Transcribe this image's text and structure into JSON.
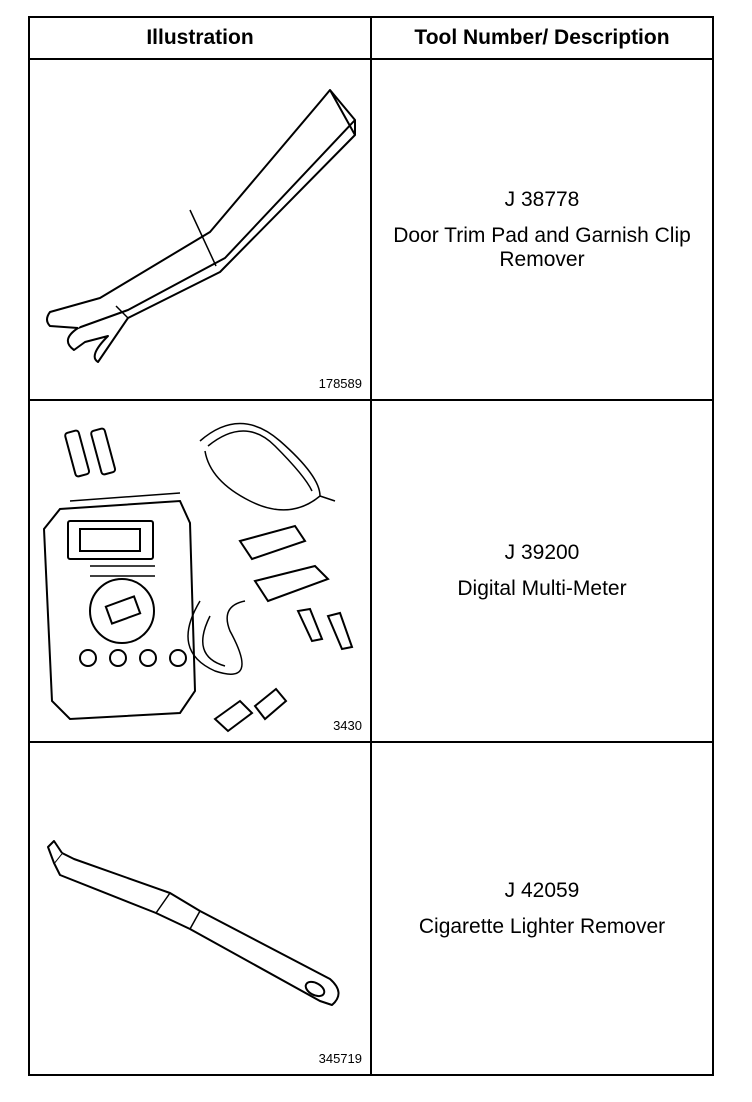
{
  "header": {
    "illustration_label": "Illustration",
    "description_label": "Tool Number/ Description"
  },
  "tools": [
    {
      "figure_id": "178589",
      "tool_number": "J 38778",
      "description": "Door Trim Pad and Garnish Clip Remover",
      "icon": "trim-pad-remover-icon"
    },
    {
      "figure_id": "3430",
      "tool_number": "J 39200",
      "description": "Digital Multi-Meter",
      "icon": "multimeter-icon"
    },
    {
      "figure_id": "345719",
      "tool_number": "J 42059",
      "description": "Cigarette Lighter Remover",
      "icon": "lighter-remover-icon"
    }
  ]
}
